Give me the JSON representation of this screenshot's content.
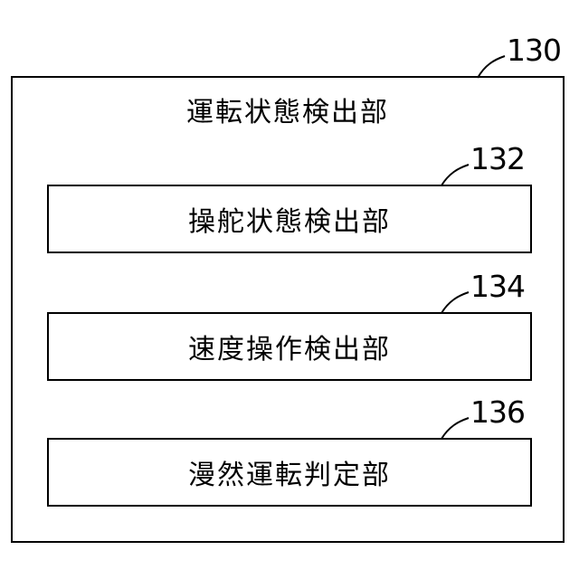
{
  "outer_block": {
    "ref": "130",
    "label": "運転状態検出部"
  },
  "inner_blocks": [
    {
      "ref": "132",
      "label": "操舵状態検出部"
    },
    {
      "ref": "134",
      "label": "速度操作検出部"
    },
    {
      "ref": "136",
      "label": "漫然運転判定部"
    }
  ]
}
